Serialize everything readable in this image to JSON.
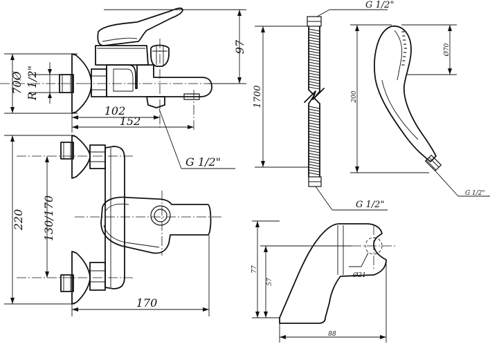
{
  "faucet_front": {
    "height_97": "97",
    "dia_70": "70Ø",
    "thread_r": "R 1/2\"",
    "len_102": "102",
    "len_152": "152",
    "outlet_g": "G 1/2\""
  },
  "faucet_top": {
    "height_220": "220",
    "spacing": "130/170",
    "width_170": "170"
  },
  "hose": {
    "top_g": "G 1/2\"",
    "length": "1700",
    "bottom_g": "G 1/2\""
  },
  "shower_head": {
    "length": "200",
    "dia": "Ø70",
    "thread": "G 1/2\""
  },
  "holder": {
    "height_77": "77",
    "height_57": "57",
    "dia_21": "Ø21",
    "width_88": "88"
  }
}
